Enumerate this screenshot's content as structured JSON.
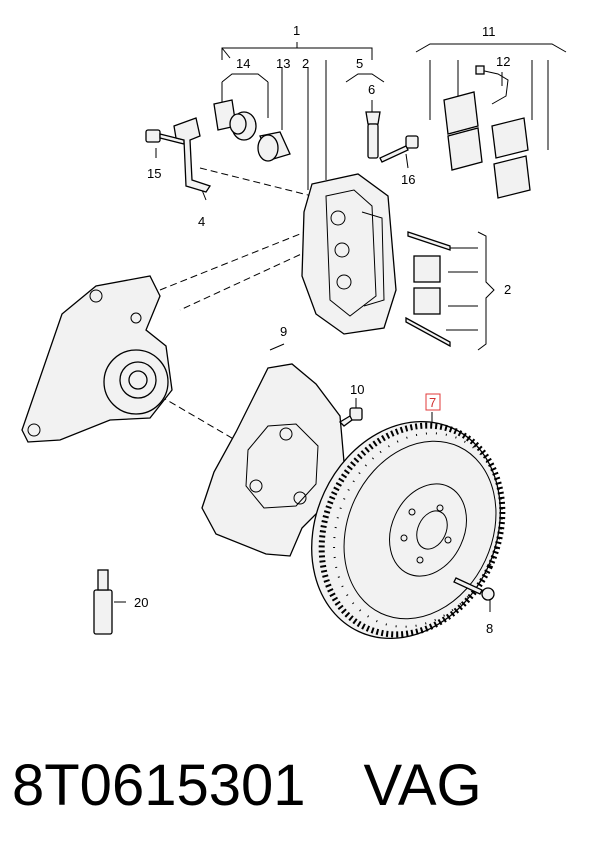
{
  "callouts": {
    "c1": "1",
    "c2": "2",
    "c2b": "2",
    "c4": "4",
    "c5": "5",
    "c6": "6",
    "c7": "7",
    "c8": "8",
    "c9": "9",
    "c10": "10",
    "c11": "11",
    "c12": "12",
    "c13": "13",
    "c14": "14",
    "c15": "15",
    "c16": "16",
    "c20": "20"
  },
  "highlight_color": "#e03a3a",
  "footer": {
    "part_number": "8T0615301",
    "brand": "VAG"
  }
}
